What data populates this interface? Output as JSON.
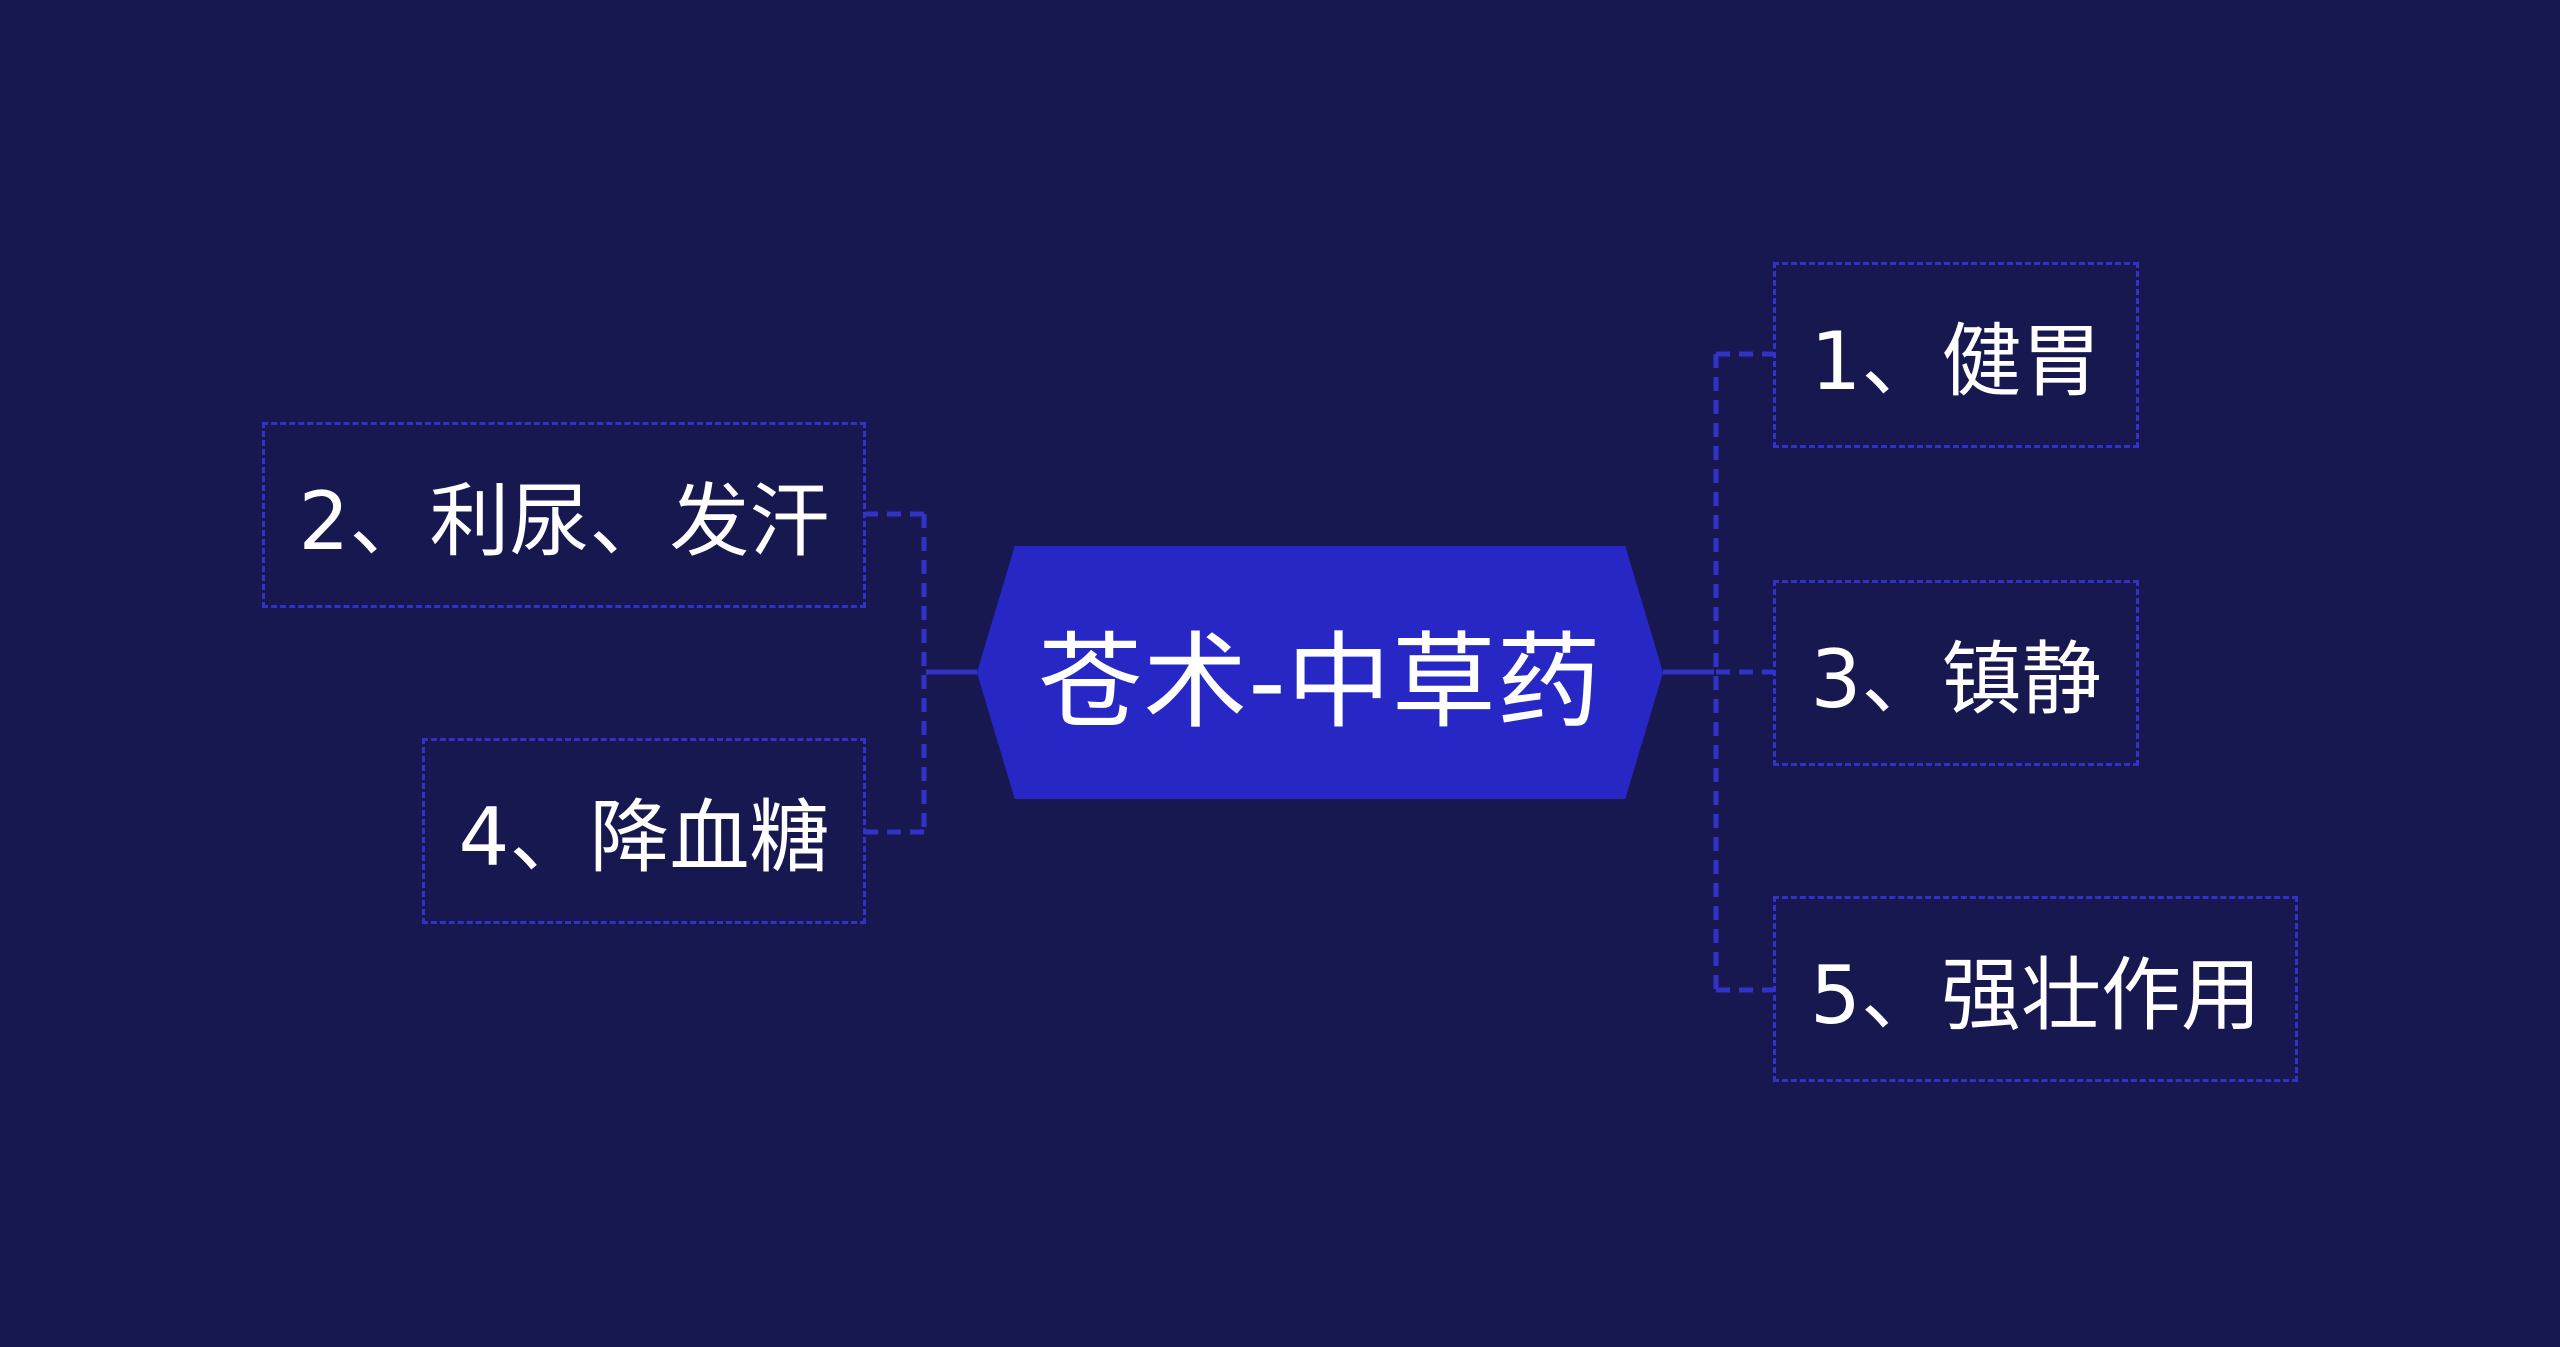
{
  "diagram": {
    "type": "mind-map",
    "central_topic": "苍术-中草药",
    "branches_right": [
      {
        "label": "1、健胃"
      },
      {
        "label": "3、镇静"
      },
      {
        "label": "5、强壮作用"
      }
    ],
    "branches_left": [
      {
        "label": "2、利尿、发汗"
      },
      {
        "label": "4、降血糖"
      }
    ]
  },
  "colors": {
    "background": "#181851",
    "central_fill": "#2727c6",
    "connector": "#3232c8",
    "text": "#ffffff"
  }
}
